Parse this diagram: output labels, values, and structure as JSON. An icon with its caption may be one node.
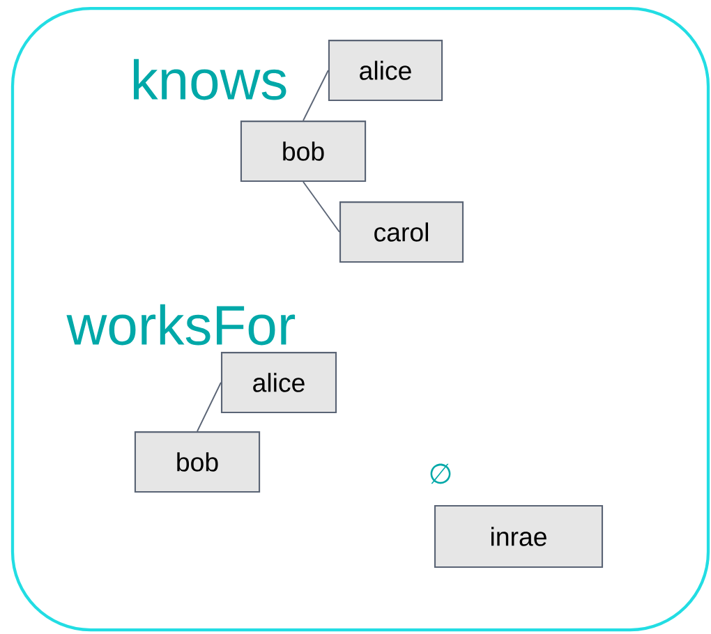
{
  "diagram": {
    "nodes": [
      {
        "text": [
          "alice"
        ]
      },
      {
        "text": [
          "bob"
        ]
      },
      {
        "text": [
          "carol"
        ]
      },
      {
        "text": [
          "alice"
        ]
      },
      {
        "text": [
          "bob"
        ]
      },
      {
        "text": [
          "inrae"
        ]
      }
    ],
    "edges": [
      {
        "from": 1,
        "to": 0,
        "arrow": "none"
      },
      {
        "from": 1,
        "to": 2,
        "arrow": "none"
      },
      {
        "from": 4,
        "to": 3,
        "arrow": "none"
      }
    ],
    "labels": [
      "knows",
      "worksFor",
      "∅"
    ]
  }
}
